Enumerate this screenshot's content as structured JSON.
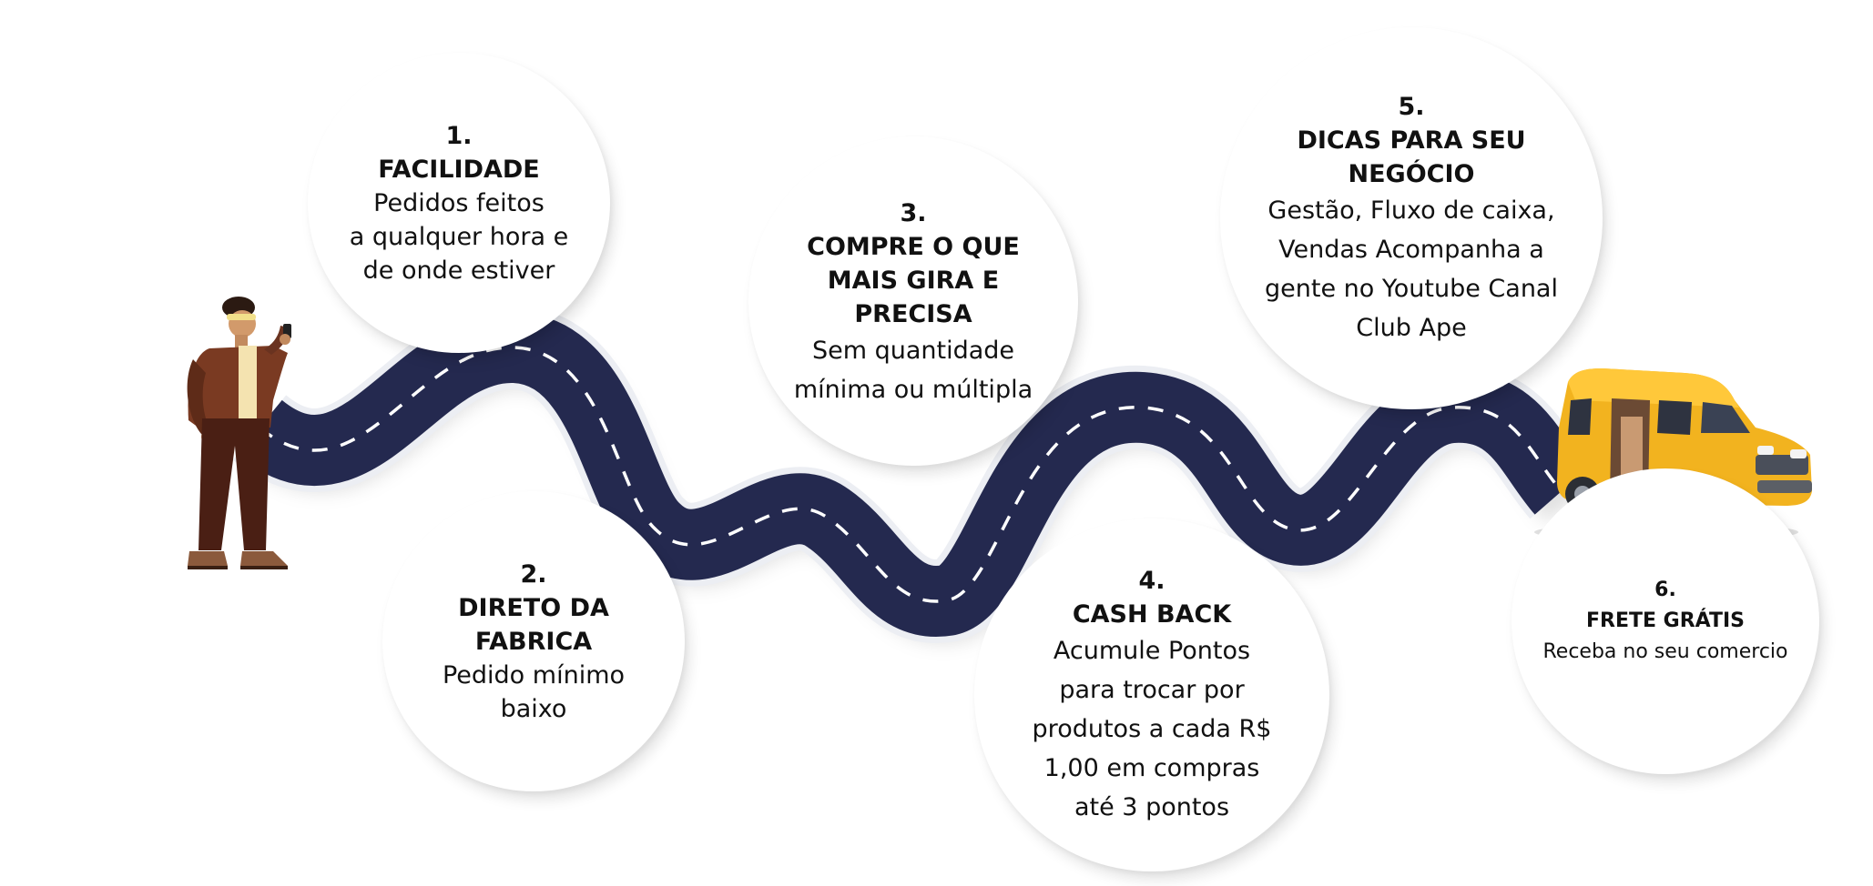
{
  "colors": {
    "road": "#24294f",
    "road_edge": "#eceef3",
    "dash": "#ffffff",
    "bubble": "#ffffff",
    "text": "#111111"
  },
  "illustrations": {
    "start": "person-with-phone-icon",
    "end": "yellow-delivery-van-icon"
  },
  "steps": [
    {
      "number": "1.",
      "title": "FACILIDADE",
      "description": "Pedidos feitos\na qualquer hora e\nde onde estiver"
    },
    {
      "number": "2.",
      "title": "DIRETO DA\nFABRICA",
      "description": "Pedido mínimo\nbaixo"
    },
    {
      "number": "3.",
      "title": "COMPRE O QUE\nMAIS GIRA E\nPRECISA",
      "description": "Sem quantidade\nmínima ou múltipla"
    },
    {
      "number": "4.",
      "title": "CASH BACK",
      "description": "Acumule Pontos\npara trocar por\nprodutos a cada R$\n1,00 em compras\naté 3 pontos"
    },
    {
      "number": "5.",
      "title": "DICAS PARA SEU\nNEGÓCIO",
      "description": "Gestão, Fluxo de caixa,\nVendas Acompanha a\ngente no Youtube Canal\nClub Ape"
    },
    {
      "number": "6.",
      "title": "FRETE GRÁTIS",
      "description": "Receba no seu comercio"
    }
  ]
}
